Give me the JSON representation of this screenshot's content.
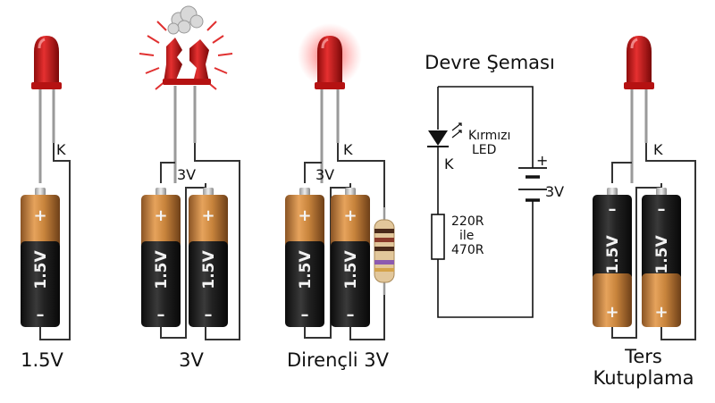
{
  "panels": [
    {
      "id": "p1",
      "caption": "1.5V",
      "cathode_label": "K"
    },
    {
      "id": "p2",
      "caption": "3V",
      "voltage_label": "3V"
    },
    {
      "id": "p3",
      "caption": "Dirençli 3V",
      "voltage_label": "3V",
      "cathode_label": "K"
    },
    {
      "id": "p5",
      "caption_line1": "Ters",
      "caption_line2": "Kutuplama",
      "cathode_label": "K"
    }
  ],
  "battery": {
    "voltage": "1.5V",
    "plus": "+",
    "minus": "–"
  },
  "schematic": {
    "title": "Devre Şeması",
    "led_label_line1": "Kırmızı",
    "led_label_line2": "LED",
    "cathode_label": "K",
    "resistor_line1": "220R",
    "resistor_line2": "ile",
    "resistor_line3": "470R",
    "source_label": "3V",
    "plus": "+"
  },
  "colors": {
    "led_red": "#d81e1e",
    "battery_copper": "#c8843c",
    "battery_black": "#1c1c1c",
    "wire": "#333333"
  }
}
